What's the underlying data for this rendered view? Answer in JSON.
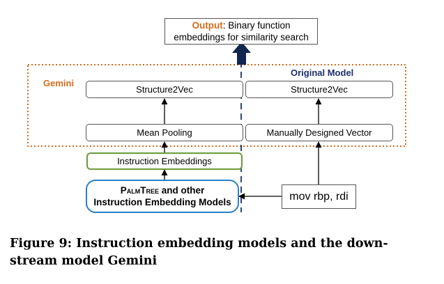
{
  "output": {
    "prefix": "Output",
    "line1": ": Binary function",
    "line2": "embeddings for similarity search"
  },
  "gemini_label": "Gemini",
  "original_model_label": "Original Model",
  "boxes": {
    "structure2vec_left": "Structure2Vec",
    "structure2vec_right": "Structure2Vec",
    "mean_pooling": "Mean Pooling",
    "manually_designed_vector": "Manually Designed Vector",
    "instruction_embeddings": "Instruction Embeddings",
    "palmtree_line1_name": "PalmTree",
    "palmtree_line1_rest": " and other",
    "palmtree_line2": "Instruction Embedding Models",
    "input_instruction": "mov rbp, rdi"
  },
  "caption": {
    "line1": "Figure 9: Instruction embedding models and the down-",
    "line2": "stream model Gemini"
  },
  "colors": {
    "orange": "#d36b1c",
    "navy": "#1c2f6b",
    "green": "#6a9a3c",
    "blue": "#2c7fc4"
  }
}
